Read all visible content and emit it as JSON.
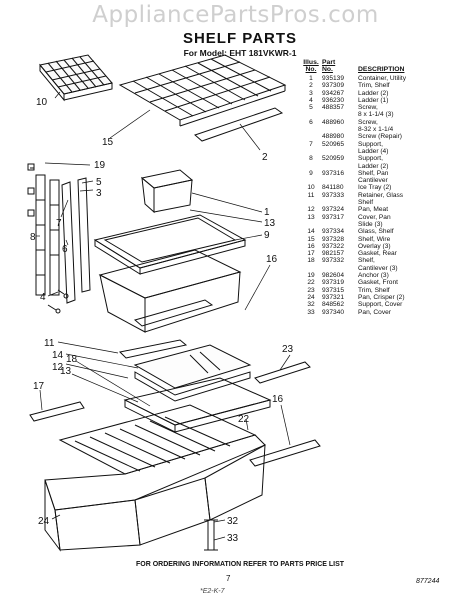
{
  "watermark": "AppliancePartsPros.com",
  "title": "SHELF PARTS",
  "subtitle": "For Model: EHT 181VKWR-1",
  "table": {
    "headers": {
      "illus_line1": "Illus.",
      "illus_line2": "No.",
      "part_line1": "Part",
      "part_line2": "No.",
      "description": "DESCRIPTION"
    },
    "rows": [
      {
        "illus": "1",
        "part": "935139",
        "desc": "Container, Utility"
      },
      {
        "illus": "2",
        "part": "937309",
        "desc": "Trim, Shelf"
      },
      {
        "illus": "3",
        "part": "934267",
        "desc": "Ladder (2)"
      },
      {
        "illus": "4",
        "part": "936230",
        "desc": "Ladder (1)"
      },
      {
        "illus": "5",
        "part": "488357",
        "desc": "Screw,"
      },
      {
        "illus": "",
        "part": "",
        "desc": "8 x 1-1/4 (3)"
      },
      {
        "illus": "6",
        "part": "488960",
        "desc": "Screw,"
      },
      {
        "illus": "",
        "part": "",
        "desc": "8-32 x 1-1/4"
      },
      {
        "illus": "",
        "part": "488980",
        "desc": "Screw (Repair)"
      },
      {
        "illus": "7",
        "part": "520965",
        "desc": "Support,"
      },
      {
        "illus": "",
        "part": "",
        "desc": "Ladder (4)"
      },
      {
        "illus": "8",
        "part": "520959",
        "desc": "Support,"
      },
      {
        "illus": "",
        "part": "",
        "desc": "Ladder (2)"
      },
      {
        "illus": "9",
        "part": "937316",
        "desc": "Shelf, Pan"
      },
      {
        "illus": "",
        "part": "",
        "desc": "Cantilever"
      },
      {
        "illus": "10",
        "part": "841180",
        "desc": "Ice Tray (2)"
      },
      {
        "illus": "11",
        "part": "937333",
        "desc": "Retainer, Glass"
      },
      {
        "illus": "",
        "part": "",
        "desc": "Shelf"
      },
      {
        "illus": "12",
        "part": "937324",
        "desc": "Pan, Meat"
      },
      {
        "illus": "13",
        "part": "937317",
        "desc": "Cover, Pan"
      },
      {
        "illus": "",
        "part": "",
        "desc": "Slide (3)"
      },
      {
        "illus": "14",
        "part": "937334",
        "desc": "Glass, Shelf"
      },
      {
        "illus": "15",
        "part": "937328",
        "desc": "Shelf, Wire"
      },
      {
        "illus": "16",
        "part": "937322",
        "desc": "Overlay (3)"
      },
      {
        "illus": "17",
        "part": "982157",
        "desc": "Gasket, Rear"
      },
      {
        "illus": "18",
        "part": "937332",
        "desc": "Shelf,"
      },
      {
        "illus": "",
        "part": "",
        "desc": "Cantilever (3)"
      },
      {
        "illus": "19",
        "part": "982604",
        "desc": "Anchor (3)"
      },
      {
        "illus": "22",
        "part": "937319",
        "desc": "Gasket, Front"
      },
      {
        "illus": "23",
        "part": "937315",
        "desc": "Trim, Shelf"
      },
      {
        "illus": "24",
        "part": "937321",
        "desc": "Pan, Crisper (2)"
      },
      {
        "illus": "32",
        "part": "848562",
        "desc": "Support, Cover"
      },
      {
        "illus": "33",
        "part": "937340",
        "desc": "Pan, Cover"
      }
    ]
  },
  "callouts": [
    "10",
    "15",
    "2",
    "19",
    "5",
    "3",
    "7",
    "8",
    "6",
    "4",
    "1",
    "13",
    "9",
    "16",
    "11",
    "14",
    "12",
    "18",
    "13",
    "17",
    "23",
    "16",
    "22",
    "24",
    "32",
    "33"
  ],
  "footer_note": "FOR ORDERING INFORMATION REFER TO PARTS PRICE LIST",
  "page_number": "7",
  "doc_code": "877244",
  "handwritten_note": "*E2-K-7"
}
